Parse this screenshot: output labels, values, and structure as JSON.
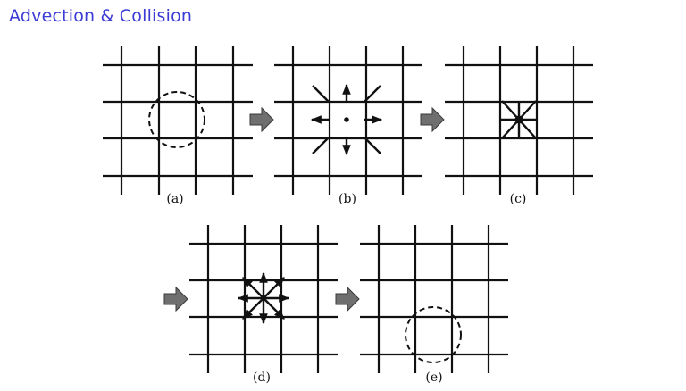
{
  "slide": {
    "title": "Advection & Collision"
  },
  "colors": {
    "title": "#3b3bd6",
    "grid": "#111111",
    "arrow_fill": "#6f6f6f",
    "arrow_stroke": "#3a3a3a"
  },
  "panels": [
    {
      "label": "(a)",
      "stage": "initial particle (dashed circle)"
    },
    {
      "label": "(b)",
      "stage": "advection: distributions streamed to neighbours"
    },
    {
      "label": "(c)",
      "stage": "distributions arrive at centre node"
    },
    {
      "label": "(d)",
      "stage": "collision: redistributed directions"
    },
    {
      "label": "(e)",
      "stage": "particle moved (dashed circle)"
    }
  ]
}
